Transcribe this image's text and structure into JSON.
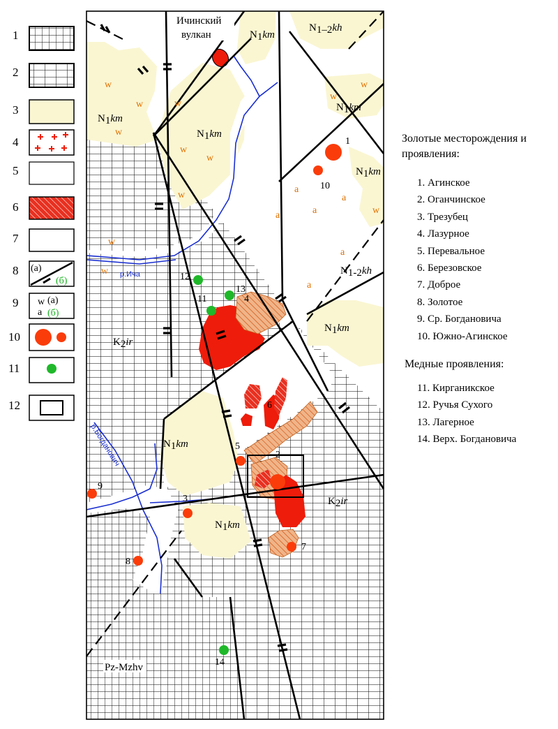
{
  "legend": {
    "numbers": [
      "1",
      "2",
      "3",
      "4",
      "5",
      "6",
      "7",
      "8",
      "9",
      "10",
      "11",
      "12"
    ],
    "item8_a": "(а)",
    "item8_b": "(б)",
    "item9_w": "w",
    "item9_a_letter": "a",
    "item9_a": "(а)",
    "item9_b": "(б)"
  },
  "map_labels": {
    "volcano_line1": "Ичинский",
    "volcano_line2": "вулкан",
    "n1km": "N",
    "n1km_sub": "1",
    "n1km_idx": "km",
    "n12kh_top": "N",
    "n12kh_top_sub": "1–2",
    "n12kh_idx": "kh",
    "n12kh_mid": "N",
    "n12kh_mid_sub": "1-2",
    "k2ir": "K",
    "k2ir_sub": "2",
    "k2ir_idx": "ir",
    "pzmz": "Pz-Mzhv",
    "river_icha": "р.Ича",
    "river_bogdanovich": "р.Богданович"
  },
  "weathering": {
    "w": "w",
    "a": "a"
  },
  "deposit_numbers": [
    "1",
    "2",
    "3",
    "4",
    "5",
    "6",
    "7",
    "8",
    "9",
    "10",
    "11",
    "12",
    "13",
    "14"
  ],
  "gold_title": "Золотые месторождения и проявления:",
  "gold_deposits": [
    "1. Агинское",
    "2. Оганчинское",
    "3. Трезубец",
    "4. Лазурное",
    "5. Перевальное",
    "6. Березовское",
    "7. Доброе",
    "8. Золотое",
    "9. Ср. Богдановича",
    "10. Южно-Агинское"
  ],
  "copper_title": "Медные проявления:",
  "copper_deposits": [
    "11. Кирганикское",
    "12. Ручья Сухого",
    "13. Лагерное",
    "14. Верх. Богдановича"
  ],
  "colors": {
    "sediment_fill": "#faf6d2",
    "intrusion_red": "#ee1c0a",
    "hatch_red": "#e83020",
    "hatch_orange": "#f0b488",
    "gold_marker": "#fa3c0a",
    "copper_marker": "#1fb82a",
    "river": "#1a2fd0",
    "letter_orange": "#e07000",
    "letter_green": "#18b020"
  }
}
